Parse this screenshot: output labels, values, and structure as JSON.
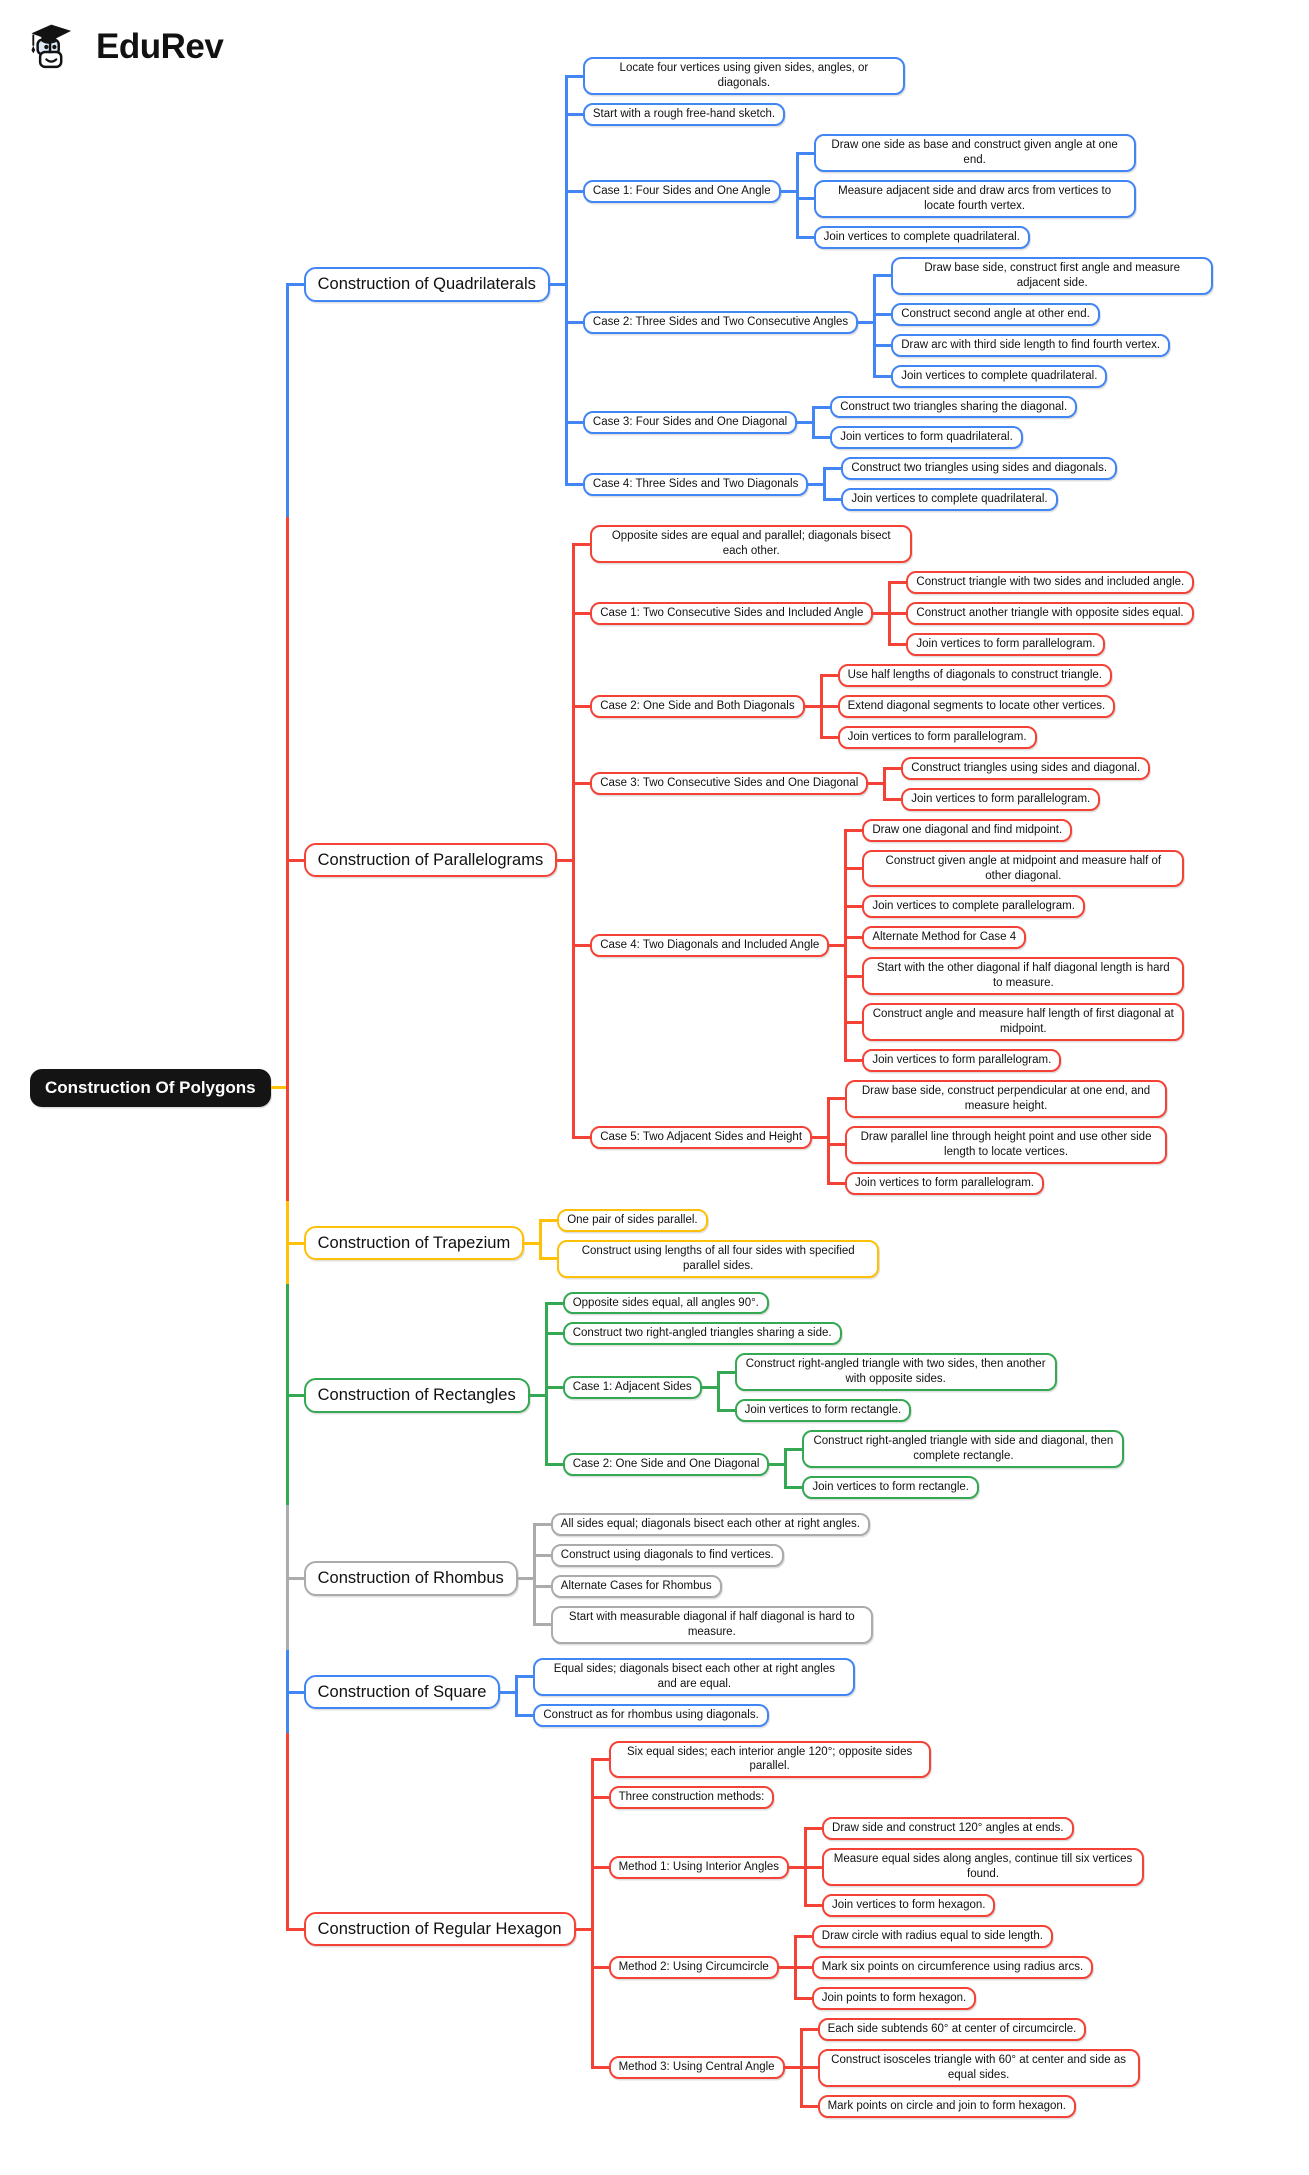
{
  "logo": {
    "brand": "EduRev"
  },
  "colors": {
    "blue": "#4285F4",
    "red": "#F44336",
    "yellow": "#FFC107",
    "green": "#34A853",
    "gray": "#ABABAB",
    "black": "#141414"
  },
  "root": {
    "label": "Construction Of Polygons",
    "color": "black",
    "children": [
      {
        "label": "Construction of Quadrilaterals",
        "color": "blue",
        "children": [
          {
            "label": "Locate four vertices using given sides, angles, or diagonals."
          },
          {
            "label": "Start with a rough free-hand sketch."
          },
          {
            "label": "Case 1: Four Sides and One Angle",
            "children": [
              {
                "label": "Draw one side as base and construct given angle at one end."
              },
              {
                "label": "Measure adjacent side and draw arcs from vertices to locate fourth vertex."
              },
              {
                "label": "Join vertices to complete quadrilateral."
              }
            ]
          },
          {
            "label": "Case 2: Three Sides and Two Consecutive Angles",
            "children": [
              {
                "label": "Draw base side, construct first angle and measure adjacent side."
              },
              {
                "label": "Construct second angle at other end."
              },
              {
                "label": "Draw arc with third side length to find fourth vertex."
              },
              {
                "label": "Join vertices to complete quadrilateral."
              }
            ]
          },
          {
            "label": "Case 3: Four Sides and One Diagonal",
            "children": [
              {
                "label": "Construct two triangles sharing the diagonal."
              },
              {
                "label": "Join vertices to form quadrilateral."
              }
            ]
          },
          {
            "label": "Case 4: Three Sides and Two Diagonals",
            "children": [
              {
                "label": "Construct two triangles using sides and diagonals."
              },
              {
                "label": "Join vertices to complete quadrilateral."
              }
            ]
          }
        ]
      },
      {
        "label": "Construction of Parallelograms",
        "color": "red",
        "children": [
          {
            "label": "Opposite sides are equal and parallel; diagonals bisect each other."
          },
          {
            "label": "Case 1: Two Consecutive Sides and Included Angle",
            "children": [
              {
                "label": "Construct triangle with two sides and included angle."
              },
              {
                "label": "Construct another triangle with opposite sides equal."
              },
              {
                "label": "Join vertices to form parallelogram."
              }
            ]
          },
          {
            "label": "Case 2: One Side and Both Diagonals",
            "children": [
              {
                "label": "Use half lengths of diagonals to construct triangle."
              },
              {
                "label": "Extend diagonal segments to locate other vertices."
              },
              {
                "label": "Join vertices to form parallelogram."
              }
            ]
          },
          {
            "label": "Case 3: Two Consecutive Sides and One Diagonal",
            "children": [
              {
                "label": "Construct triangles using sides and diagonal."
              },
              {
                "label": "Join vertices to form parallelogram."
              }
            ]
          },
          {
            "label": "Case 4: Two Diagonals and Included Angle",
            "children": [
              {
                "label": "Draw one diagonal and find midpoint."
              },
              {
                "label": "Construct given angle at midpoint and measure half of other diagonal."
              },
              {
                "label": "Join vertices to complete parallelogram."
              },
              {
                "label": "Alternate Method for Case 4"
              },
              {
                "label": "Start with the other diagonal if half diagonal length is hard to measure."
              },
              {
                "label": "Construct angle and measure half length of first diagonal at midpoint."
              },
              {
                "label": "Join vertices to form parallelogram."
              }
            ]
          },
          {
            "label": "Case 5: Two Adjacent Sides and Height",
            "children": [
              {
                "label": "Draw base side, construct perpendicular at one end, and measure height."
              },
              {
                "label": "Draw parallel line through height point and use other side length to locate vertices."
              },
              {
                "label": "Join vertices to form parallelogram."
              }
            ]
          }
        ]
      },
      {
        "label": "Construction of Trapezium",
        "color": "yellow",
        "children": [
          {
            "label": "One pair of sides parallel."
          },
          {
            "label": "Construct using lengths of all four sides with specified parallel sides."
          }
        ]
      },
      {
        "label": "Construction of Rectangles",
        "color": "green",
        "children": [
          {
            "label": "Opposite sides equal, all angles 90°."
          },
          {
            "label": "Construct two right-angled triangles sharing a side."
          },
          {
            "label": "Case 1: Adjacent Sides",
            "children": [
              {
                "label": "Construct right-angled triangle with two sides, then another with opposite sides."
              },
              {
                "label": "Join vertices to form rectangle."
              }
            ]
          },
          {
            "label": "Case 2: One Side and One Diagonal",
            "children": [
              {
                "label": "Construct right-angled triangle with side and diagonal, then complete rectangle."
              },
              {
                "label": "Join vertices to form rectangle."
              }
            ]
          }
        ]
      },
      {
        "label": "Construction of Rhombus",
        "color": "gray",
        "children": [
          {
            "label": "All sides equal; diagonals bisect each other at right angles."
          },
          {
            "label": "Construct using diagonals to find vertices."
          },
          {
            "label": "Alternate Cases for Rhombus"
          },
          {
            "label": "Start with measurable diagonal if half diagonal is hard to measure."
          }
        ]
      },
      {
        "label": "Construction of Square",
        "color": "blue",
        "children": [
          {
            "label": "Equal sides; diagonals bisect each other at right angles and are equal."
          },
          {
            "label": "Construct as for rhombus using diagonals."
          }
        ]
      },
      {
        "label": "Construction of Regular Hexagon",
        "color": "red",
        "children": [
          {
            "label": "Six equal sides; each interior angle 120°; opposite sides parallel."
          },
          {
            "label": "Three construction methods:"
          },
          {
            "label": "Method 1: Using Interior Angles",
            "children": [
              {
                "label": "Draw side and construct 120° angles at ends."
              },
              {
                "label": "Measure equal sides along angles, continue till six vertices found."
              },
              {
                "label": "Join vertices to form hexagon."
              }
            ]
          },
          {
            "label": "Method 2: Using Circumcircle",
            "children": [
              {
                "label": "Draw circle with radius equal to side length."
              },
              {
                "label": "Mark six points on circumference using radius arcs."
              },
              {
                "label": "Join points to form hexagon."
              }
            ]
          },
          {
            "label": "Method 3: Using Central Angle",
            "children": [
              {
                "label": "Each side subtends 60° at center of circumcircle."
              },
              {
                "label": "Construct isosceles triangle with 60° at center and side as equal sides."
              },
              {
                "label": "Mark points on circle and join to form hexagon."
              }
            ]
          }
        ]
      }
    ]
  }
}
